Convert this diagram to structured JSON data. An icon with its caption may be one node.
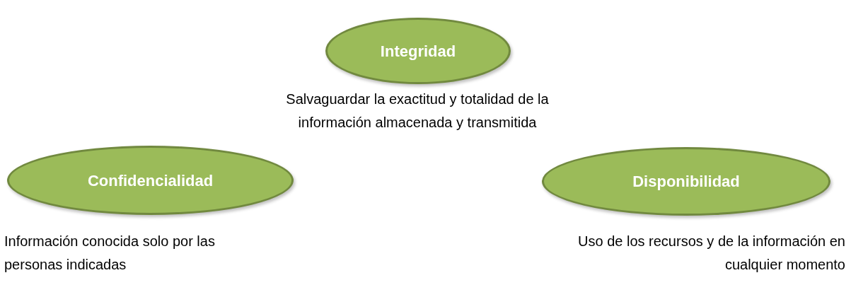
{
  "diagram": {
    "nodes": [
      {
        "text": [
          "Integridad"
        ],
        "beside": [
          "Salvaguardar la exactitud y totalidad de la información almacenada y transmitida"
        ]
      },
      {
        "text": [
          "Confidencialidad"
        ],
        "beside": [
          "Información conocida solo por las personas indicadas"
        ]
      },
      {
        "text": [
          "Disponibilidad"
        ],
        "beside": [
          "Uso de los recursos y de la información en cualquier momento"
        ]
      }
    ]
  }
}
